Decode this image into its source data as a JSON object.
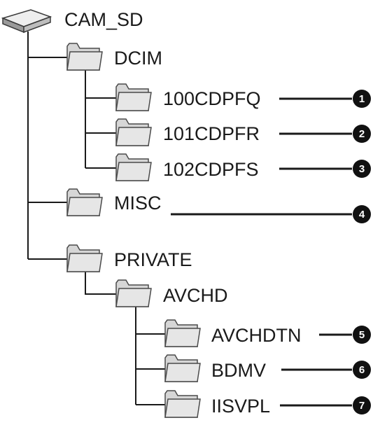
{
  "drive": {
    "label": "CAM_SD",
    "icon": "sd-drive-icon",
    "children": [
      {
        "label": "DCIM",
        "icon": "folder-icon",
        "children": [
          {
            "label": "100CDPFQ",
            "icon": "folder-icon",
            "callout": "1"
          },
          {
            "label": "101CDPFR",
            "icon": "folder-icon",
            "callout": "2"
          },
          {
            "label": "102CDPFS",
            "icon": "folder-icon",
            "callout": "3"
          }
        ]
      },
      {
        "label": "MISC",
        "icon": "folder-icon",
        "callout": "4"
      },
      {
        "label": "PRIVATE",
        "icon": "folder-icon",
        "children": [
          {
            "label": "AVCHD",
            "icon": "folder-icon",
            "children": [
              {
                "label": "AVCHDTN",
                "icon": "folder-icon",
                "callout": "5"
              },
              {
                "label": "BDMV",
                "icon": "folder-icon",
                "callout": "6"
              },
              {
                "label": "IISVPL",
                "icon": "folder-icon",
                "callout": "7"
              }
            ]
          }
        ]
      }
    ]
  },
  "colors": {
    "line": "#1a1a1a",
    "folder_fill": "#d6d6d6",
    "folder_stroke": "#4a4a4a",
    "callout_fill": "#111111"
  }
}
